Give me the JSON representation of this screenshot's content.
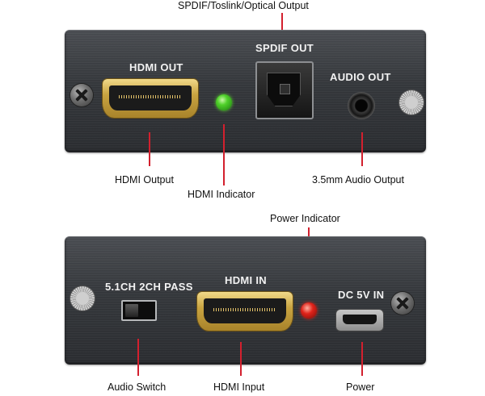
{
  "top_device": {
    "labels": {
      "hdmi_out": "HDMI OUT",
      "spdif_out": "SPDIF OUT",
      "audio_out": "AUDIO OUT"
    },
    "callouts": {
      "spdif": "SPDIF/Toslink/Optical Output",
      "hdmi_output": "HDMI Output",
      "hdmi_indicator": "HDMI Indicator",
      "audio_output": "3.5mm Audio  Output"
    }
  },
  "bottom_device": {
    "labels": {
      "audio_mode": "5.1CH  2CH PASS",
      "hdmi_in": "HDMI  IN",
      "dc_in": "DC 5V IN"
    },
    "callouts": {
      "power_indicator": "Power Indicator",
      "audio_switch": "Audio Switch",
      "hdmi_input": "HDMI Input",
      "power": "Power"
    }
  },
  "colors": {
    "leader_line": "#d3202e",
    "hdmi_indicator_led": "#4fd12a",
    "power_indicator_led": "#e0231a",
    "port_gold": "#c9a441"
  }
}
